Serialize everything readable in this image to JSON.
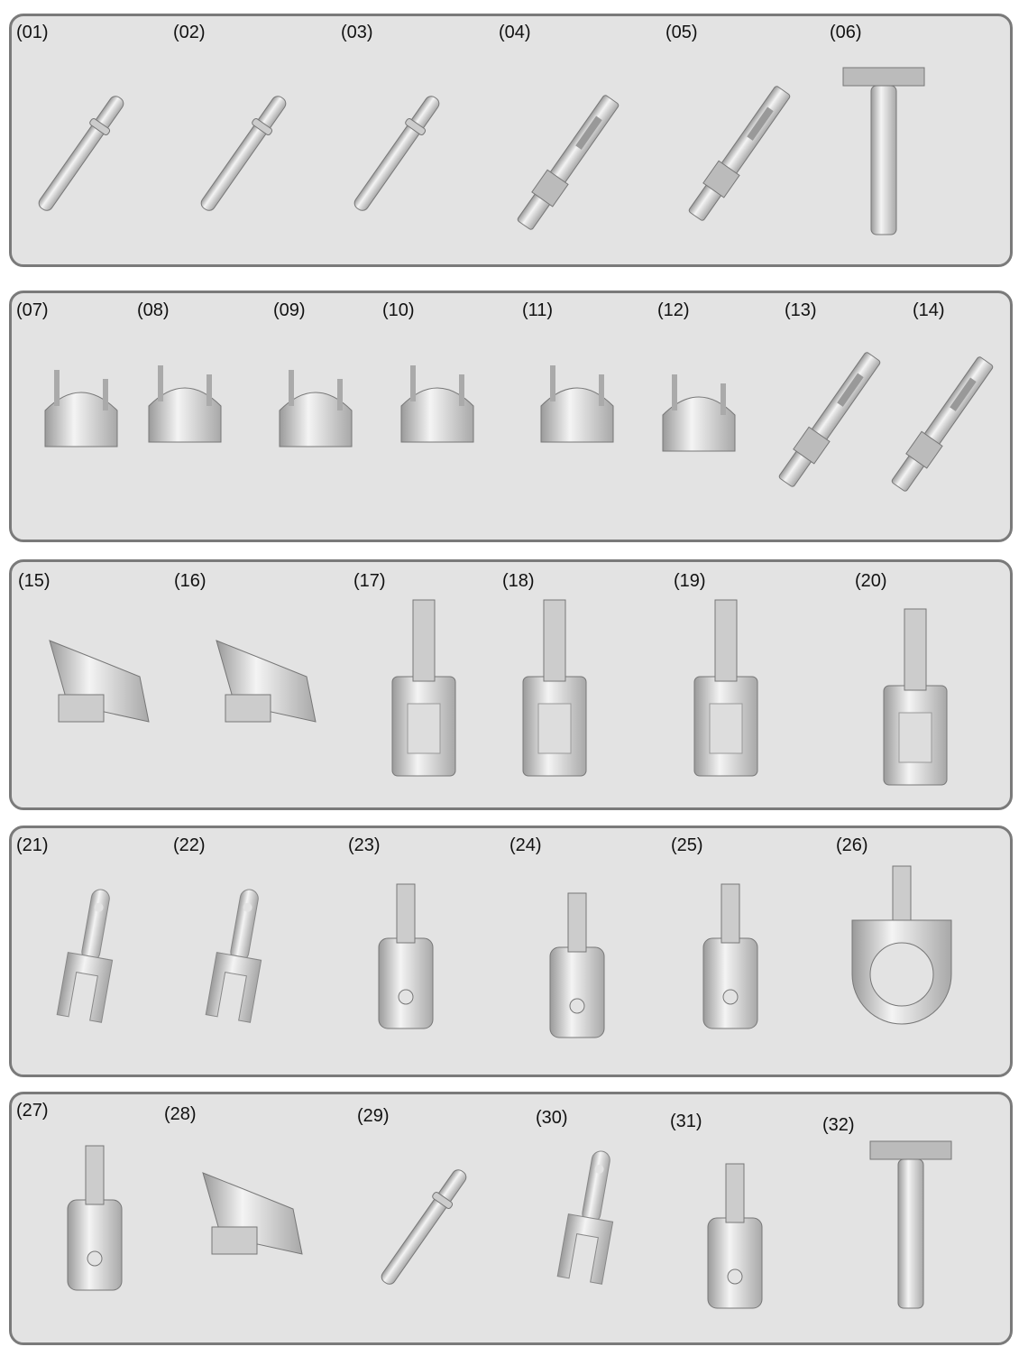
{
  "panels": [
    {
      "items": [
        {
          "label": "(01)",
          "kind": "pin"
        },
        {
          "label": "(02)",
          "kind": "pin"
        },
        {
          "label": "(03)",
          "kind": "pin"
        },
        {
          "label": "(04)",
          "kind": "crimp"
        },
        {
          "label": "(05)",
          "kind": "crimp"
        },
        {
          "label": "(06)",
          "kind": "carrier-crimp"
        }
      ]
    },
    {
      "items": [
        {
          "label": "(07)",
          "kind": "clip"
        },
        {
          "label": "(08)",
          "kind": "clip"
        },
        {
          "label": "(09)",
          "kind": "clip"
        },
        {
          "label": "(10)",
          "kind": "clip"
        },
        {
          "label": "(11)",
          "kind": "clip"
        },
        {
          "label": "(12)",
          "kind": "clip"
        },
        {
          "label": "(13)",
          "kind": "crimp"
        },
        {
          "label": "(14)",
          "kind": "crimp"
        }
      ]
    },
    {
      "items": [
        {
          "label": "(15)",
          "kind": "bracket"
        },
        {
          "label": "(16)",
          "kind": "bracket"
        },
        {
          "label": "(17)",
          "kind": "receptacle"
        },
        {
          "label": "(18)",
          "kind": "receptacle"
        },
        {
          "label": "(19)",
          "kind": "receptacle"
        },
        {
          "label": "(20)",
          "kind": "receptacle"
        }
      ]
    },
    {
      "items": [
        {
          "label": "(21)",
          "kind": "fork"
        },
        {
          "label": "(22)",
          "kind": "fork"
        },
        {
          "label": "(23)",
          "kind": "tab"
        },
        {
          "label": "(24)",
          "kind": "tab"
        },
        {
          "label": "(25)",
          "kind": "tab"
        },
        {
          "label": "(26)",
          "kind": "ring"
        }
      ]
    },
    {
      "items": [
        {
          "label": "(27)",
          "kind": "tab"
        },
        {
          "label": "(28)",
          "kind": "bracket"
        },
        {
          "label": "(29)",
          "kind": "pin"
        },
        {
          "label": "(30)",
          "kind": "fork"
        },
        {
          "label": "(31)",
          "kind": "tab"
        },
        {
          "label": "(32)",
          "kind": "carrier-crimp"
        }
      ]
    }
  ]
}
